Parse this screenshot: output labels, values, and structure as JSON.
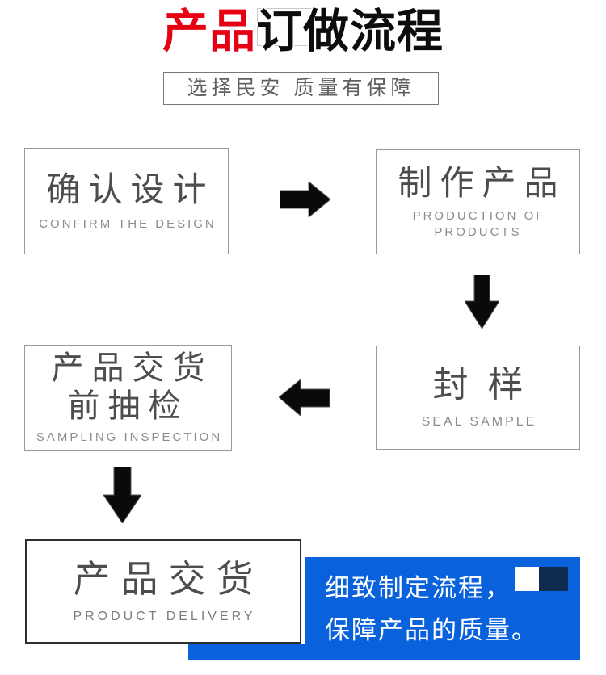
{
  "header": {
    "title_red": "产品",
    "title_black": "订做流程",
    "subtitle": "选择民安 质量有保障"
  },
  "steps": [
    {
      "id": "confirm-design",
      "zh": "确认设计",
      "en": "CONFIRM THE DESIGN"
    },
    {
      "id": "production",
      "zh": "制作产品",
      "en": "PRODUCTION OF PRODUCTS"
    },
    {
      "id": "seal-sample",
      "zh": "封样",
      "en": "SEAL SAMPLE"
    },
    {
      "id": "sampling-inspection",
      "zh": "产品交货\n前抽检",
      "en": "SAMPLING INSPECTION"
    },
    {
      "id": "product-delivery",
      "zh": "产品交货",
      "en": "PRODUCT DELIVERY"
    }
  ],
  "flow_arrows": [
    {
      "icon": "arrow-right-icon",
      "from": "confirm-design",
      "to": "production"
    },
    {
      "icon": "arrow-down-icon",
      "from": "production",
      "to": "seal-sample"
    },
    {
      "icon": "arrow-left-icon",
      "from": "seal-sample",
      "to": "sampling-inspection"
    },
    {
      "icon": "arrow-down-icon",
      "from": "sampling-inspection",
      "to": "product-delivery"
    }
  ],
  "callout": {
    "line1": "细致制定流程，",
    "line2": "保障产品的质量。"
  },
  "colors": {
    "accent_red": "#e60012",
    "callout_blue": "#0a61dc",
    "navy_square": "#0f2b50",
    "arrow_black": "#0a0a0a",
    "box_border_gray": "#9a9a9a"
  }
}
